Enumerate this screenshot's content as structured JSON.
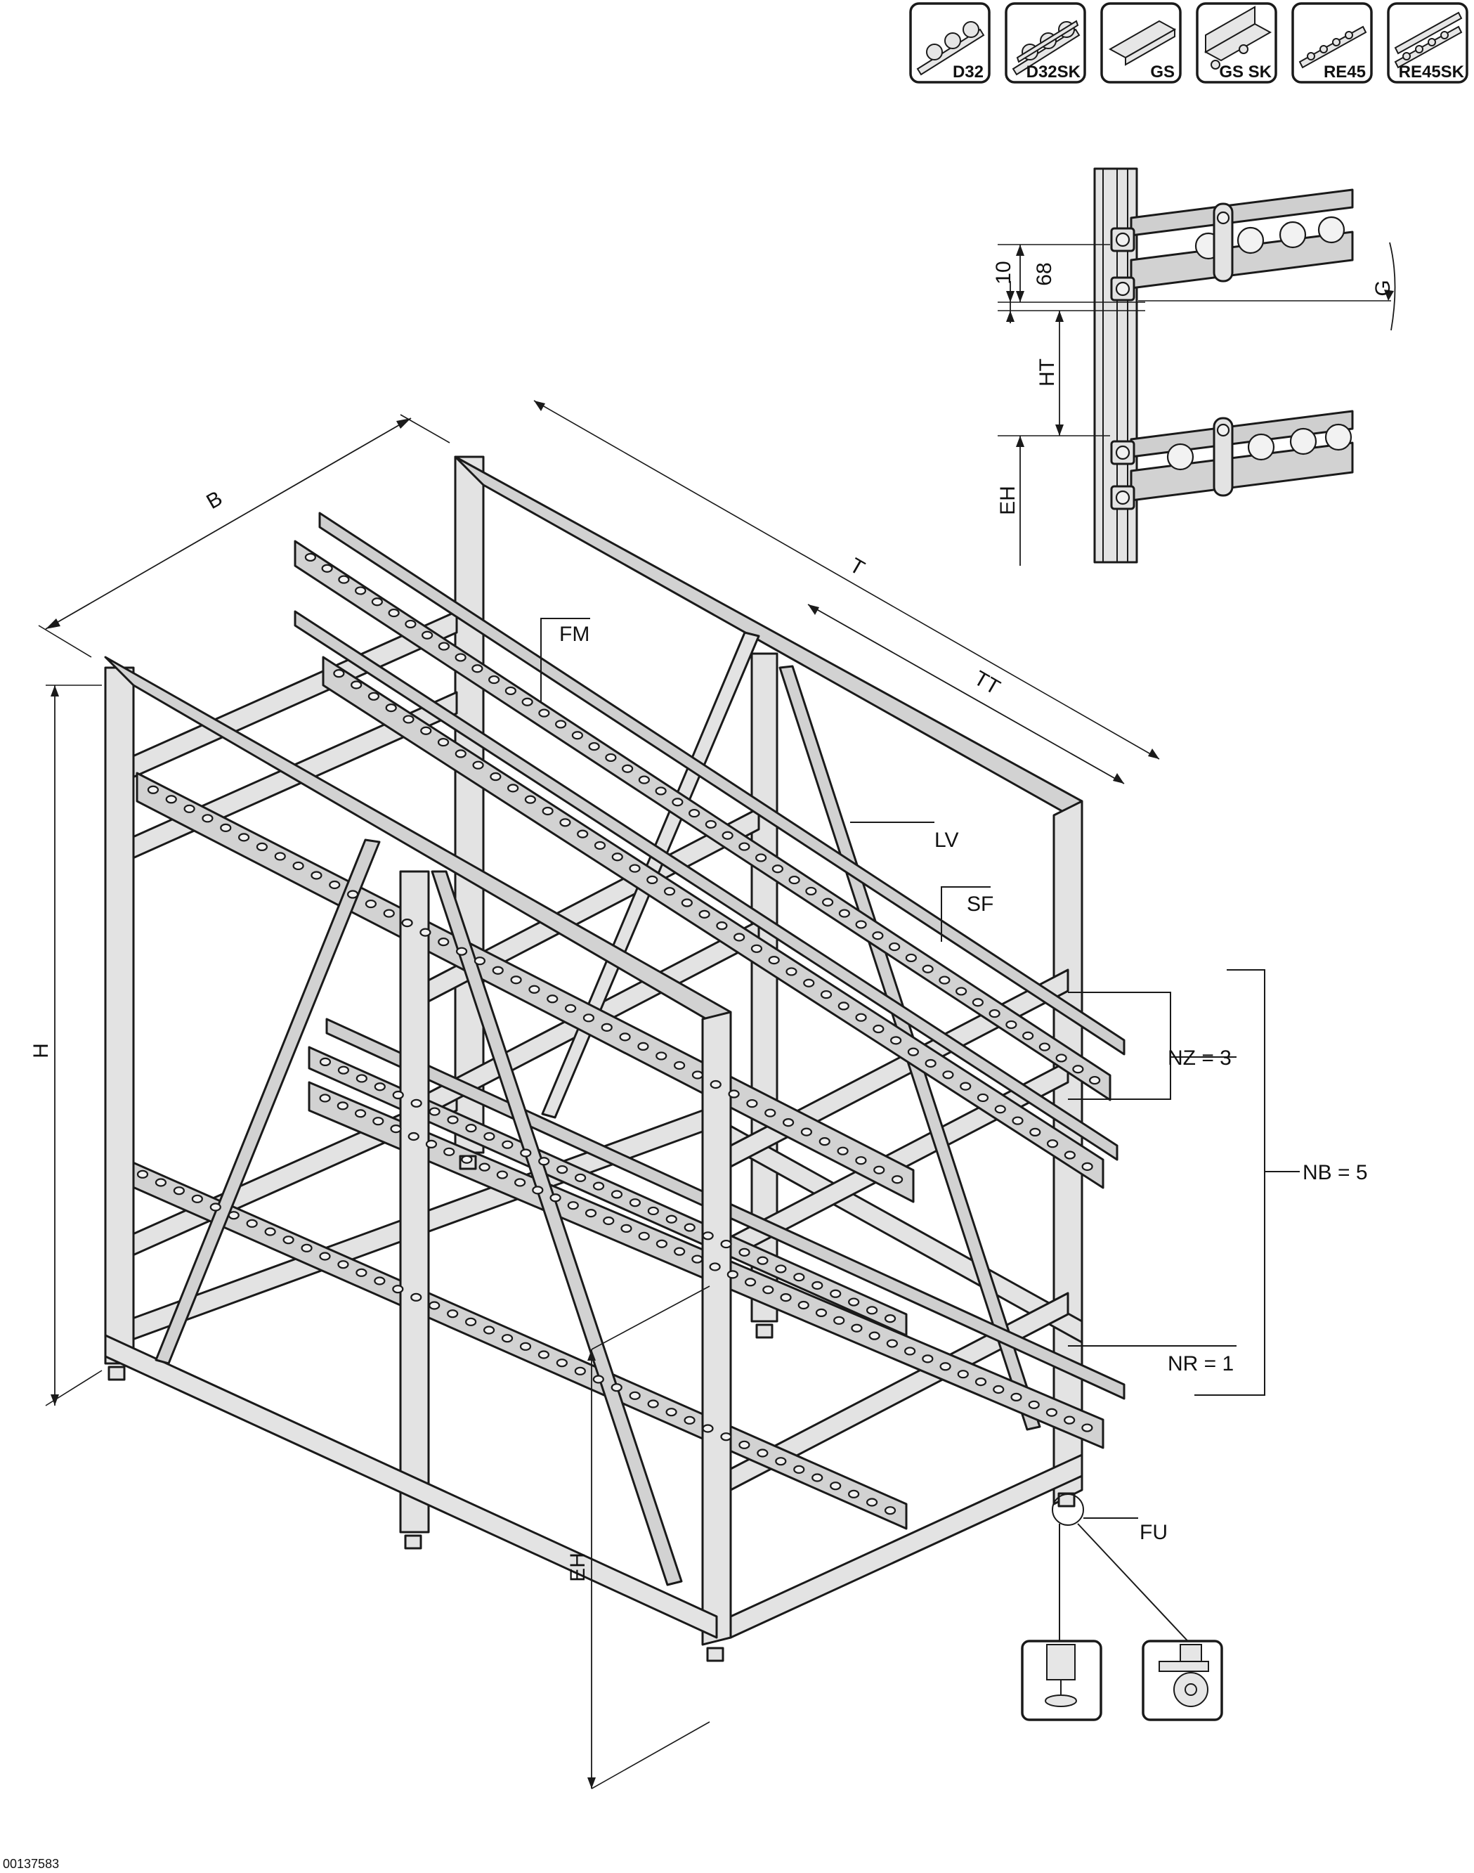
{
  "drawing_code": "00137583",
  "flow_icons": [
    {
      "id": "d32",
      "label": "D32",
      "icon": "roller-rail-icon"
    },
    {
      "id": "d32sk",
      "label": "D32SK",
      "icon": "roller-rail-side-guide-icon"
    },
    {
      "id": "gs",
      "label": "GS",
      "icon": "glide-strip-icon"
    },
    {
      "id": "gssk",
      "label": "GS SK",
      "icon": "glide-strip-side-guide-icon"
    },
    {
      "id": "re45",
      "label": "RE45",
      "icon": "wheel-rail-icon"
    },
    {
      "id": "re45sk",
      "label": "RE45SK",
      "icon": "wheel-rail-side-guide-icon"
    }
  ],
  "dimensions": {
    "width": "B",
    "depth": "T",
    "track_depth": "TT",
    "height": "H",
    "entry_height": "EH",
    "level_height": "HT",
    "incline": "G",
    "detail_10": "10",
    "detail_68": "68"
  },
  "callouts": {
    "frame_material": "FM",
    "longitudinal_brace": "LV",
    "safety_frame": "SF",
    "tracks_per_level": "NZ = 3",
    "levels": "NB = 5",
    "return_levels": "NR = 1",
    "feet": "FU"
  },
  "feet_options": [
    {
      "id": "leveling-foot",
      "icon": "leveling-foot-icon"
    },
    {
      "id": "castor",
      "icon": "castor-wheel-icon"
    }
  ]
}
